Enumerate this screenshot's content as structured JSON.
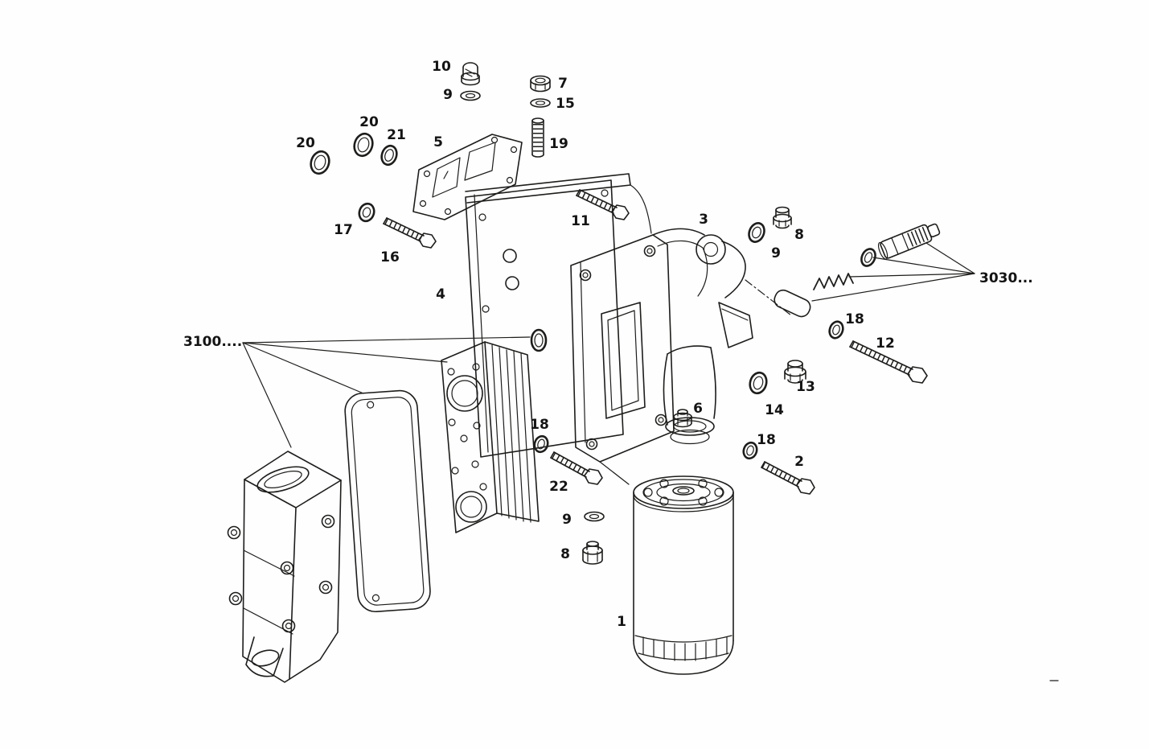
{
  "diagram": {
    "callouts": {
      "n10": "10",
      "n9a": "9",
      "n7": "7",
      "n15": "15",
      "n19": "19",
      "n5": "5",
      "n20a": "20",
      "n20b": "20",
      "n21": "21",
      "n17": "17",
      "n16": "16",
      "n11": "11",
      "n3": "3",
      "n9b": "9",
      "n8a": "8",
      "n4": "4",
      "n18a": "18",
      "n12": "12",
      "n13": "13",
      "n14": "14",
      "n18b": "18",
      "n6": "6",
      "n9c": "9",
      "n22": "22",
      "n8b": "8",
      "n18c": "18",
      "n2": "2",
      "n1": "1",
      "ref3030": "3030...",
      "ref3100": "3100...."
    }
  }
}
